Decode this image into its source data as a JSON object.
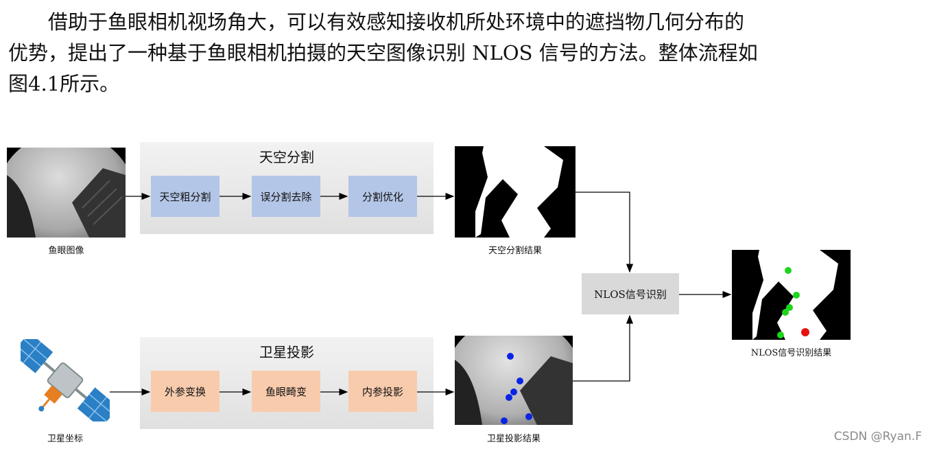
{
  "paragraph": {
    "line1": "借助于鱼眼相机视场角大，可以有效感知接收机所处环境中的遮挡物几何分布的",
    "line2": "优势，提出了一种基于鱼眼相机拍摄的天空图像识别 NLOS 信号的方法。整体流程如",
    "line3": "图4.1所示。"
  },
  "diagram": {
    "sky_panel": {
      "title": "天空分割",
      "steps": [
        "天空粗分割",
        "误分割去除",
        "分割优化"
      ]
    },
    "sat_panel": {
      "title": "卫星投影",
      "steps": [
        "外参变换",
        "鱼眼畸变",
        "内参投影"
      ]
    },
    "captions": {
      "fisheye": "鱼眼图像",
      "sky_result": "天空分割结果",
      "satellite": "卫星坐标",
      "projection_result": "卫星投影结果",
      "nlos_result": "NLOS信号识别结果"
    },
    "center_box": "NLOS信号识别"
  },
  "watermark": "CSDN @Ryan.F"
}
